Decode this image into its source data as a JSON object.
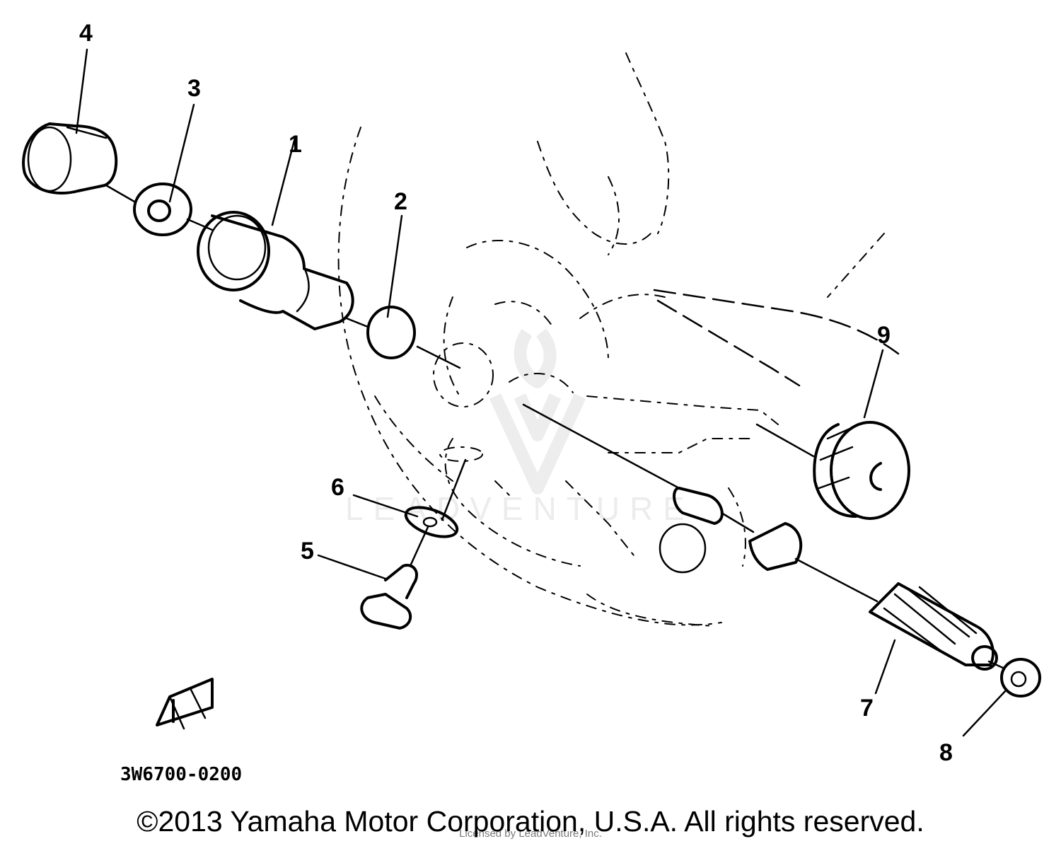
{
  "diagram": {
    "callouts": [
      {
        "id": "1",
        "label": "1"
      },
      {
        "id": "2",
        "label": "2"
      },
      {
        "id": "3",
        "label": "3"
      },
      {
        "id": "4",
        "label": "4"
      },
      {
        "id": "5",
        "label": "5"
      },
      {
        "id": "6",
        "label": "6"
      },
      {
        "id": "7",
        "label": "7"
      },
      {
        "id": "8",
        "label": "8"
      },
      {
        "id": "9",
        "label": "9"
      }
    ],
    "drawing_code": "3W6700-0200",
    "watermark": "LEADVENTURE"
  },
  "footer": {
    "copyright": "©2013 Yamaha Motor Corporation, U.S.A. All rights reserved.",
    "licensed": "Licensed by LeadVenture, Inc."
  }
}
